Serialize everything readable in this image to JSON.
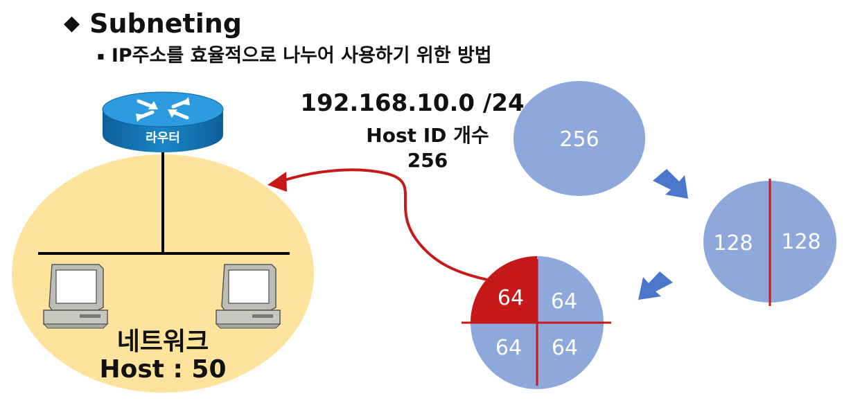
{
  "heading": {
    "bullet": "◆",
    "title": "Subneting",
    "sub_bullet": "▪",
    "subtitle": "IP주소를 효율적으로 나누어 사용하기 위한 방법"
  },
  "router": {
    "label": "라우터"
  },
  "network": {
    "label": "네트워크",
    "host_line": "Host : 50"
  },
  "address": {
    "cidr": "192.168.10.0 /24",
    "host_id_label": "Host ID 개수",
    "host_id_count": "256"
  },
  "circles": {
    "full": "256",
    "halves": [
      "128",
      "128"
    ],
    "quarters": [
      "64",
      "64",
      "64",
      "64"
    ]
  },
  "colors": {
    "network_fill": "#fde39c",
    "circle_fill": "#8fa8dc",
    "accent_red": "#c61a1a",
    "arrow_blue": "#4a77cc",
    "router_blue": "#1a7fc0"
  },
  "icons": [
    "router-icon",
    "computer-icon",
    "blue-arrow-icon",
    "red-curved-arrow-icon"
  ]
}
